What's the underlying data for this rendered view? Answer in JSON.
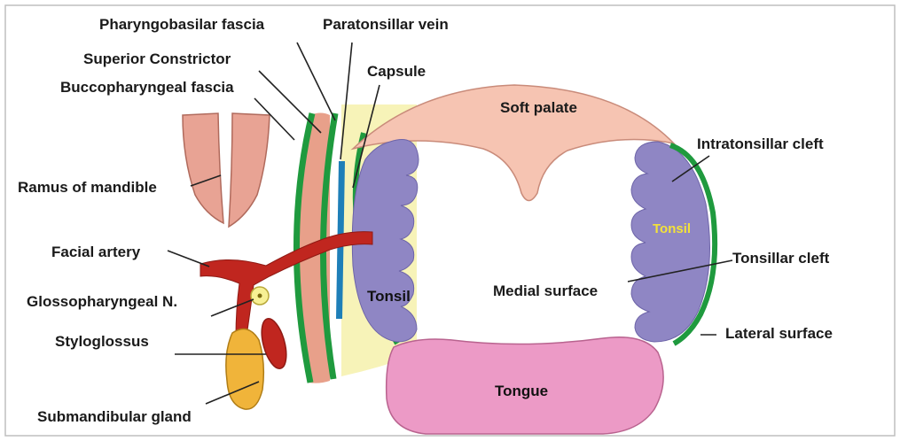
{
  "labels": {
    "pharyngobasilar_fascia": "Pharyngobasilar fascia",
    "paratonsillar_vein": "Paratonsillar vein",
    "superior_constrictor": "Superior Constrictor",
    "capsule": "Capsule",
    "buccopharyngeal_fascia": "Buccopharyngeal fascia",
    "soft_palate": "Soft palate",
    "intratonsillar_cleft": "Intratonsillar cleft",
    "ramus_of_mandible": "Ramus of mandible",
    "tonsil_right": "Tonsil",
    "facial_artery": "Facial artery",
    "tonsillar_cleft": "Tonsillar cleft",
    "glossopharyngeal_n": "Glossopharyngeal N.",
    "tonsil_left": "Tonsil",
    "medial_surface": "Medial surface",
    "styloglossus": "Styloglossus",
    "lateral_surface": "Lateral surface",
    "tongue": "Tongue",
    "submandibular_gland": "Submandibular gland"
  },
  "colors": {
    "mandible": "#e8a394",
    "soft_palate": "#f6c4b2",
    "tonsil": "#8f86c4",
    "green_layer": "#1f9a3e",
    "pink_layer": "#e8a08a",
    "blue_vein": "#1e7fb8",
    "capsule_zone": "#f7f3b8",
    "artery": "#c0261f",
    "gland": "#f0b43a",
    "tongue": "#ec9ac6"
  }
}
